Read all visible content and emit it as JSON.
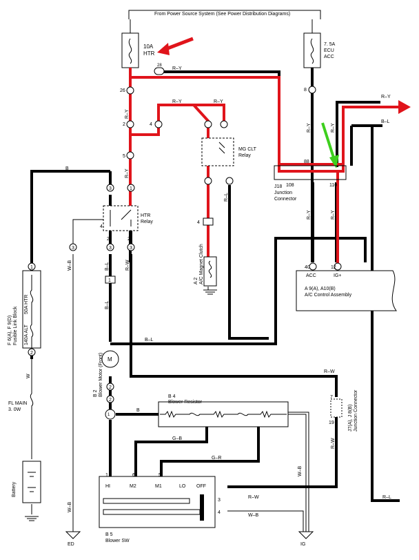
{
  "header": {
    "power_source": "From Power Source System (See Power Distribution Diagrams)"
  },
  "fuses": {
    "htr": {
      "label1": "10A",
      "label2": "HTR"
    },
    "ecu": {
      "label1": "7. 5A",
      "label2": "ECU",
      "label3": "ACC"
    }
  },
  "fusible_link": {
    "label1": "F 6(A), F 9(D)",
    "label2": "Fusible Link Block",
    "rating1": "50A HTR",
    "rating2": "140A ALT"
  },
  "fl_main": {
    "label1": "FL MAIN",
    "label2": "3. 0W"
  },
  "battery": {
    "label": "Battery"
  },
  "htr_relay": {
    "label1": "HTR",
    "label2": "Relay"
  },
  "mg_relay": {
    "label1": "MG CLT",
    "label2": "Relay"
  },
  "magnet_clutch": {
    "label1": "A 2",
    "label2": "A/C Magnet Clutch"
  },
  "junction_j18": {
    "label1": "J18",
    "label2": "Junction",
    "label3": "Connector"
  },
  "ac_control": {
    "label1": "A 9(A), A10(B)",
    "label2": "A/C Control Assembly",
    "pin1": "ACC",
    "pin2": "IG+",
    "pin1_num": "40",
    "pin2_num": "12"
  },
  "blower_motor": {
    "label1": "B 2",
    "label2": "Blower Motor (Front)"
  },
  "blower_resistor": {
    "label1": "B 4",
    "label2": "Blower Resistor"
  },
  "junction_j7": {
    "label1": "J7(A), J 8(B)",
    "label2": "Junction Connector"
  },
  "blower_sw": {
    "label1": "B 5",
    "label2": "Blower SW",
    "positions": [
      "HI",
      "M2",
      "M1",
      "LO",
      "OFF"
    ]
  },
  "wire_colors": {
    "ry": "R–Y",
    "b": "B",
    "bl": "B–L",
    "rw": "R–W",
    "w": "W",
    "wb": "W–B",
    "gb": "G–B",
    "gr": "G–R",
    "rl": "R–L",
    "b_sw": "B"
  },
  "pins": {
    "p28": "28",
    "p26": "26",
    "p2": "2",
    "p5": "5",
    "p4a": "4",
    "p3a": "3",
    "p3b": "3",
    "p8": "8",
    "p1a": "1",
    "p88": "88",
    "p108": "108",
    "p110": "110",
    "p1b": "1",
    "p2b": "2",
    "p3c": "3",
    "p4b": "4",
    "p2c": "2",
    "p3d": "3",
    "p4c": "4",
    "p1c": "1",
    "p2d": "2",
    "p3e": "3",
    "p1d": "1",
    "p2e": "2",
    "p1e": "1",
    "p2f": "2",
    "p1f": "1",
    "p2g": "2",
    "p3f": "3",
    "p4d": "4",
    "p7": "7",
    "p19": "19",
    "p6": "6",
    "p5b": "5",
    "p1g": "1",
    "p3g": "3",
    "p3h": "3",
    "p4e": "4",
    "p2h": "2",
    "p1h": "1"
  },
  "grounds": {
    "ed": "ED",
    "ig": "IG"
  },
  "annotations": {
    "red_arrow_target": "10A HTR",
    "green_arrow_target": "110"
  },
  "colors": {
    "red_wire": "#e0141b",
    "red_arrow": "#e0141b",
    "green_arrow": "#3ecf1e"
  }
}
